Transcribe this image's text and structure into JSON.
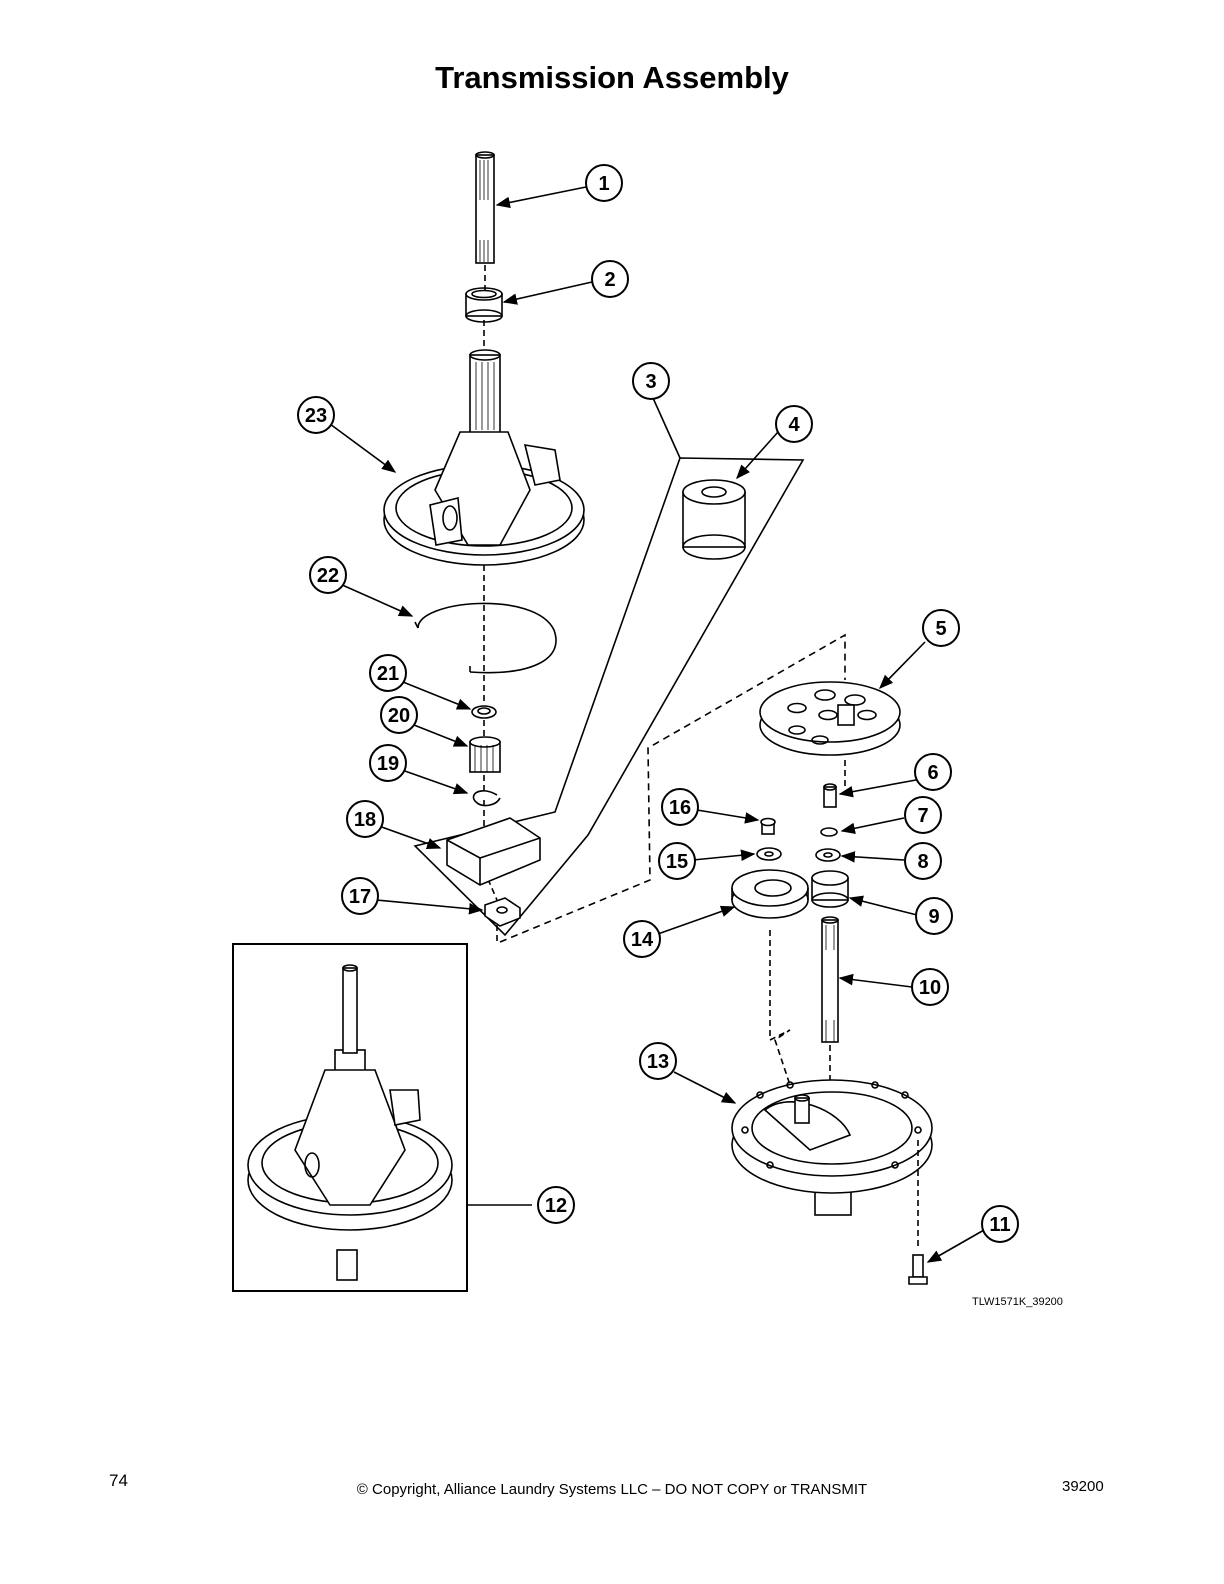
{
  "page": {
    "title": "Transmission Assembly",
    "figure_id": "TLW1571K_39200",
    "page_number": "74",
    "copyright": "© Copyright, Alliance Laundry Systems LLC – DO NOT COPY or TRANSMIT",
    "doc_number": "39200"
  },
  "callouts": [
    "1",
    "2",
    "3",
    "4",
    "5",
    "6",
    "7",
    "8",
    "9",
    "10",
    "11",
    "12",
    "13",
    "14",
    "15",
    "16",
    "17",
    "18",
    "19",
    "20",
    "21",
    "22",
    "23"
  ]
}
